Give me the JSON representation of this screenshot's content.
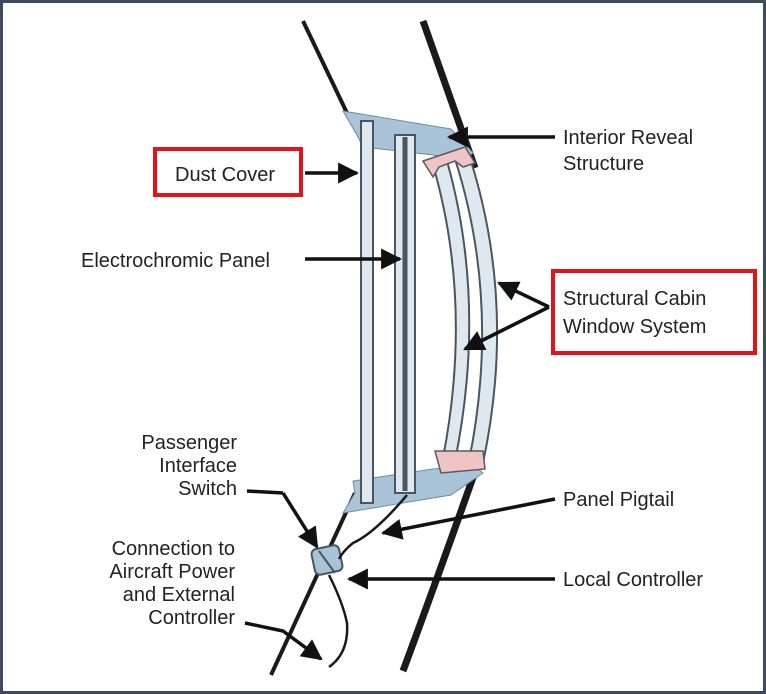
{
  "labels": {
    "dust_cover": "Dust Cover",
    "electrochromic_panel": "Electrochromic Panel",
    "interior_reveal_line1": "Interior Reveal",
    "interior_reveal_line2": "Structure",
    "structural_window_line1": "Structural Cabin",
    "structural_window_line2": "Window System",
    "passenger_switch_line1": "Passenger",
    "passenger_switch_line2": "Interface",
    "passenger_switch_line3": "Switch",
    "connection_line1": "Connection to",
    "connection_line2": "Aircraft Power",
    "connection_line3": "and External",
    "connection_line4": "Controller",
    "panel_pigtail": "Panel Pigtail",
    "local_controller": "Local Controller"
  },
  "highlighted": [
    "Dust Cover",
    "Structural Cabin Window System"
  ],
  "colors": {
    "frame": "#3e4a5e",
    "highlight_box": "#e0141b",
    "reveal_structure": "#a9c3d9",
    "pane_fill": "#dfe8ee",
    "seal_pink": "#f0c4c4",
    "fuselage_line": "#1a1a1a",
    "label_text": "#222222"
  }
}
